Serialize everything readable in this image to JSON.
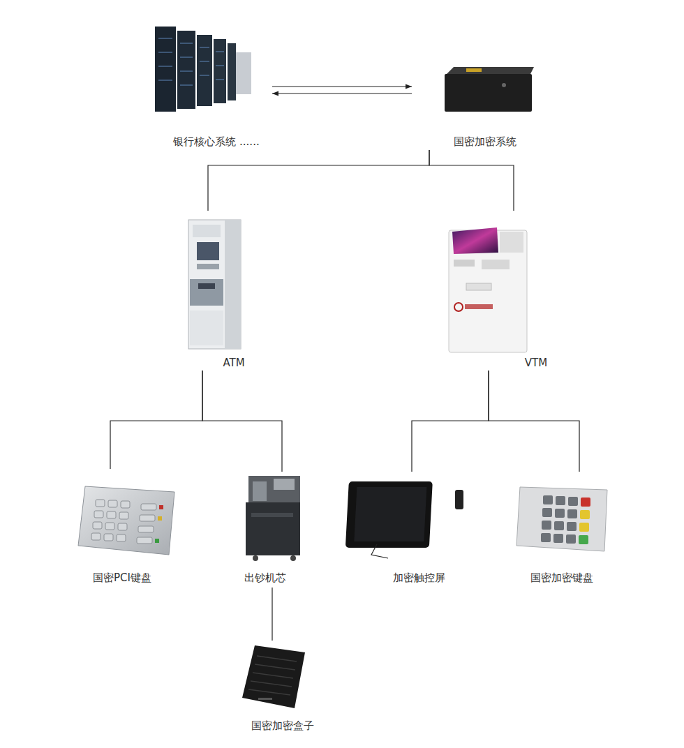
{
  "diagram": {
    "nodes": [
      {
        "text": [
          "银行核心系统 ......"
        ]
      },
      {
        "text": [
          "国密加密系统"
        ]
      },
      {
        "text": [
          "ATM"
        ]
      },
      {
        "text": [
          "VTM"
        ]
      },
      {
        "text": [
          "国密PCI键盘"
        ]
      },
      {
        "text": [
          "出钞机芯"
        ]
      },
      {
        "text": [
          "加密触控屏"
        ]
      },
      {
        "text": [
          "国密加密键盘"
        ]
      },
      {
        "text": [
          "国密加密盒子"
        ]
      }
    ],
    "edges": [
      {
        "from": 0,
        "to": 1,
        "arrow": "to"
      },
      {
        "from": 1,
        "to": 0,
        "arrow": "to"
      },
      {
        "from": 1,
        "to": 2,
        "arrow": "none"
      },
      {
        "from": 1,
        "to": 3,
        "arrow": "none"
      },
      {
        "from": 2,
        "to": 4,
        "arrow": "none"
      },
      {
        "from": 2,
        "to": 5,
        "arrow": "none"
      },
      {
        "from": 3,
        "to": 6,
        "arrow": "none"
      },
      {
        "from": 3,
        "to": 7,
        "arrow": "none"
      },
      {
        "from": 5,
        "to": 8,
        "arrow": "none"
      }
    ]
  }
}
